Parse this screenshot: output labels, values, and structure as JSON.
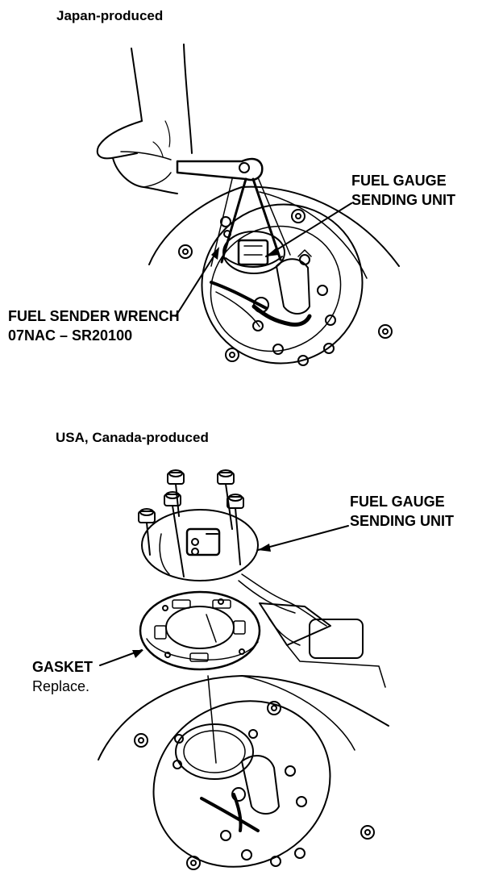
{
  "section_top": {
    "title": "Japan-produced",
    "callout_gauge_line1": "FUEL GAUGE",
    "callout_gauge_line2": "SENDING UNIT",
    "callout_wrench_line1": "FUEL SENDER WRENCH",
    "callout_wrench_line2": "07NAC – SR20100"
  },
  "section_bottom": {
    "title": "USA, Canada-produced",
    "callout_gauge_line1": "FUEL GAUGE",
    "callout_gauge_line2": "SENDING UNIT",
    "callout_gasket": "GASKET",
    "callout_gasket_note": "Replace."
  },
  "colors": {
    "ink": "#000000",
    "paper": "#ffffff"
  }
}
